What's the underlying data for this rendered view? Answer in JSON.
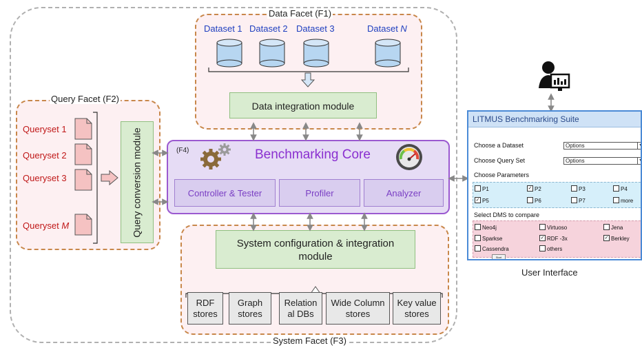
{
  "data_facet": {
    "title": "Data Facet (F1)",
    "datasets": [
      "Dataset 1",
      "Dataset 2",
      "Dataset 3",
      "Dataset N"
    ],
    "module": "Data integration module"
  },
  "query_facet": {
    "title": "Query Facet (F2)",
    "querysets": [
      "Queryset 1",
      "Queryset 2",
      "Queryset 3",
      "Queryset M"
    ],
    "module": "Query conversion module"
  },
  "core": {
    "tag": "(F4)",
    "title": "Benchmarking Core",
    "components": [
      "Controller & Tester",
      "Profiler",
      "Analyzer"
    ]
  },
  "system_facet": {
    "title": "System Facet (F3)",
    "module_line1": "System configuration & integration",
    "module_line2": "module",
    "stores": [
      {
        "l1": "RDF",
        "l2": "stores"
      },
      {
        "l1": "Graph",
        "l2": "stores"
      },
      {
        "l1": "Relation",
        "l2": "al DBs"
      },
      {
        "l1": "Wide Column",
        "l2": "stores"
      },
      {
        "l1": "Key value",
        "l2": "stores"
      }
    ]
  },
  "ui": {
    "caption": "User Interface",
    "window_title": "LITMUS Benchmarking Suite",
    "choose_dataset": "Choose a Dataset",
    "choose_queryset": "Choose Query Set",
    "options1": "Options",
    "options2": "Options",
    "choose_params": "Choose Parameters",
    "params": [
      {
        "label": "P1",
        "checked": false
      },
      {
        "label": "P2",
        "checked": true
      },
      {
        "label": "P3",
        "checked": false
      },
      {
        "label": "P4",
        "checked": false
      },
      {
        "label": "P5",
        "checked": true
      },
      {
        "label": "P6",
        "checked": false
      },
      {
        "label": "P7",
        "checked": false
      },
      {
        "label": "more",
        "checked": false
      }
    ],
    "select_dms": "Select DMS to compare",
    "dms": [
      {
        "label": "Neo4j",
        "checked": false
      },
      {
        "label": "Virtuoso",
        "checked": false
      },
      {
        "label": "Jena",
        "checked": false
      },
      {
        "label": "Sparkse",
        "checked": false
      },
      {
        "label": "RDF -3x",
        "checked": true
      },
      {
        "label": "Berkley",
        "checked": true
      },
      {
        "label": "Cassendra",
        "checked": false
      },
      {
        "label": "others",
        "checked": false
      }
    ],
    "button": "Start"
  },
  "colors": {
    "facet_border": "#c8874a",
    "facet_fill": "#fdf0f2",
    "core_fill": "#e6dcf5",
    "core_border": "#9b59d0",
    "ui_border": "#4a8ad6",
    "params_fill": "#d6effa",
    "dms_fill": "#f6d3dc"
  }
}
